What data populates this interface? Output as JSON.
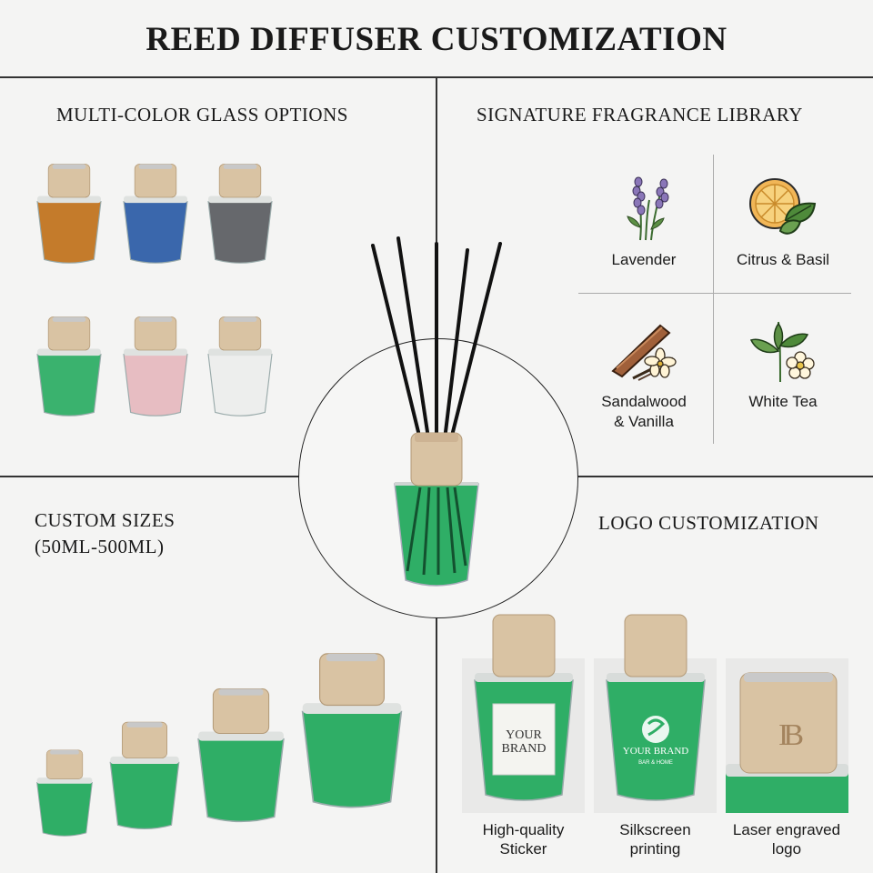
{
  "title": "REED DIFFUSER CUSTOMIZATION",
  "sections": {
    "glass": {
      "title": "MULTI-COLOR GLASS OPTIONS",
      "colors": [
        "#c17420",
        "#2f5fa8",
        "#5e6064",
        "#2fae66",
        "#e6b9bf",
        "#e8e9ea"
      ]
    },
    "fragrance": {
      "title": "SIGNATURE FRAGRANCE LIBRARY",
      "items": [
        {
          "label": "Lavender",
          "icon": "lavender-icon"
        },
        {
          "label": "Citrus & Basil",
          "icon": "citrus-basil-icon"
        },
        {
          "label": "Sandalwood\n& Vanilla",
          "icon": "sandalwood-vanilla-icon"
        },
        {
          "label": "White Tea",
          "icon": "white-tea-icon"
        }
      ]
    },
    "sizes": {
      "title_line1": "CUSTOM SIZES",
      "title_line2": "(50ML-500ML)"
    },
    "logo": {
      "title": "LOGO CUSTOMIZATION",
      "options": [
        {
          "label": "High-quality\nSticker"
        },
        {
          "label": "Silkscreen\nprinting"
        },
        {
          "label": "Laser engraved\nlogo"
        }
      ],
      "sticker_text": "YOUR\nBRAND",
      "silkscreen_text": "YOUR BRAND",
      "silkscreen_subtext": "BAR & HOME",
      "engraved_text": "IB"
    }
  },
  "accent_green": "#2fae66",
  "wood_color": "#d9c3a3"
}
